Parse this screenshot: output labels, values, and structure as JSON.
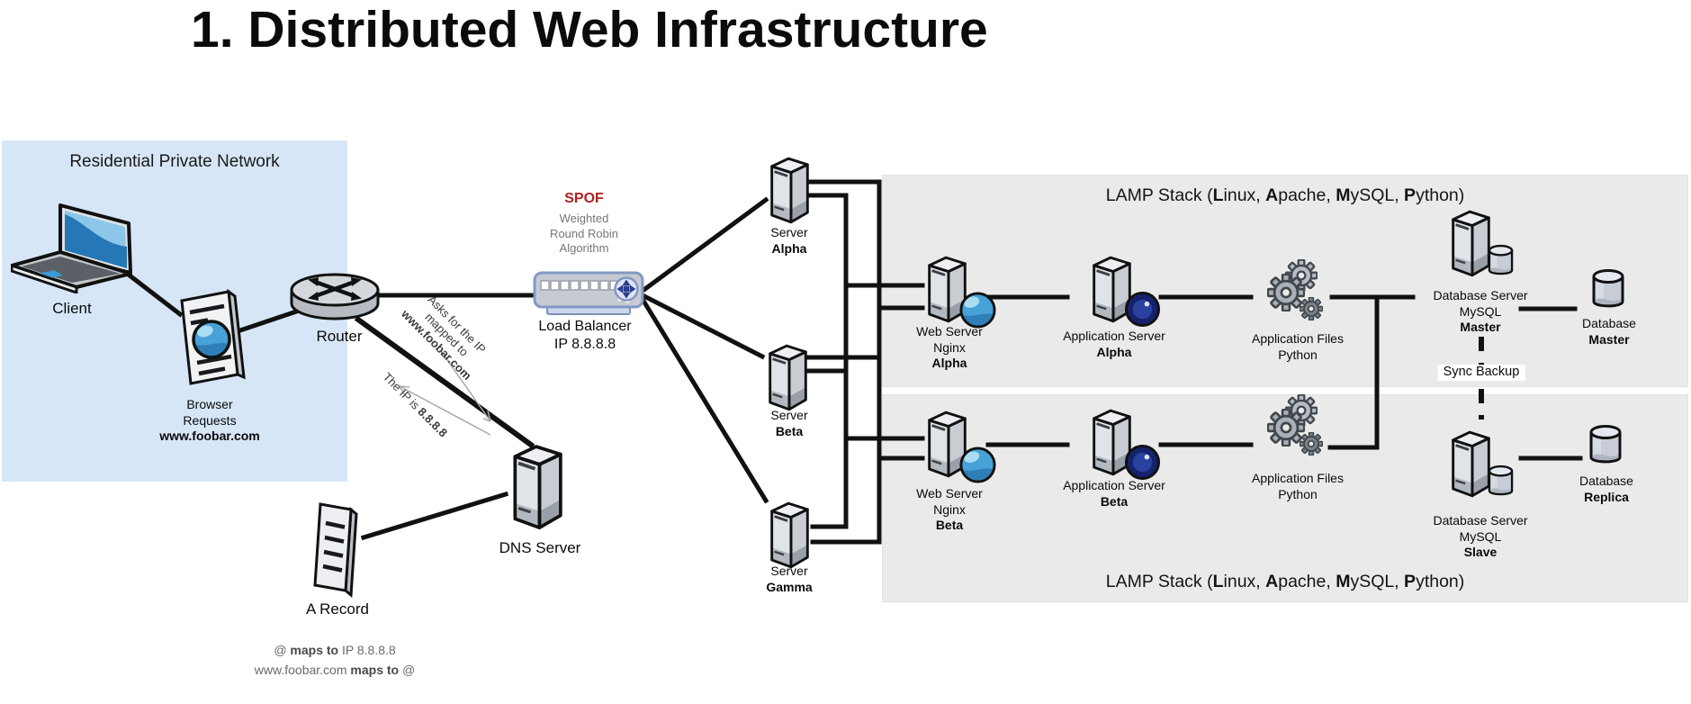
{
  "title": "1. Distributed Web Infrastructure",
  "colors": {
    "network_box": "#d7e6f6",
    "lamp_box": "#eaeaea",
    "spof_red": "#aa2222",
    "globe_blue": "#47a2d8",
    "line_black": "#111111"
  },
  "residential": {
    "label": "Residential Private Network"
  },
  "client": {
    "label": "Client"
  },
  "browser": {
    "line1": "Browser",
    "line2": "Requests",
    "line3": "www.foobar.com"
  },
  "router": {
    "label": "Router"
  },
  "dns": {
    "label": "DNS Server"
  },
  "a_record": {
    "label": "A Record"
  },
  "load_balancer": {
    "spof": "SPOF",
    "algo_line1": "Weighted",
    "algo_line2": "Round Robin",
    "algo_line3": "Algorithm",
    "label": "Load Balancer",
    "ip": "IP 8.8.8.8"
  },
  "servers": {
    "alpha": {
      "line1": "Server",
      "line2": "Alpha"
    },
    "beta": {
      "line1": "Server",
      "line2": "Beta"
    },
    "gamma": {
      "line1": "Server",
      "line2": "Gamma"
    }
  },
  "lamp_title": {
    "p1": "LAMP Stack (",
    "b1": "L",
    "p2": "inux, ",
    "b2": "A",
    "p3": "pache, ",
    "b3": "M",
    "p4": "ySQL, ",
    "b4": "P",
    "p5": "ython)"
  },
  "stack_alpha": {
    "web": {
      "line1": "Web Server",
      "line2": "Nginx",
      "line3": "Alpha"
    },
    "app": {
      "line1": "Application Server",
      "line2": "Alpha"
    },
    "files": {
      "line1": "Application Files",
      "line2": "Python"
    },
    "db_server": {
      "line1": "Database Server",
      "line2": "MySQL",
      "line3": "Master"
    },
    "db": {
      "line1": "Database",
      "line2": "Master"
    }
  },
  "stack_beta": {
    "web": {
      "line1": "Web Server",
      "line2": "Nginx",
      "line3": "Beta"
    },
    "app": {
      "line1": "Application Server",
      "line2": "Beta"
    },
    "files": {
      "line1": "Application Files",
      "line2": "Python"
    },
    "db_server": {
      "line1": "Database Server",
      "line2": "MySQL",
      "line3": "Slave"
    },
    "db": {
      "line1": "Database",
      "line2": "Replica"
    }
  },
  "sync_backup": "Sync Backup",
  "annotations": {
    "request": {
      "line1": "Asks for the IP",
      "line2": "mapped to",
      "line3": "www.foobar.com"
    },
    "response": {
      "prefix": "The IP is ",
      "bold": "8.8.8.8"
    }
  },
  "footer": {
    "l1a": "@ ",
    "l1b": "maps to",
    "l1c": " IP 8.8.8.8",
    "l2a": "www.foobar.com ",
    "l2b": "maps to",
    "l2c": " @"
  }
}
